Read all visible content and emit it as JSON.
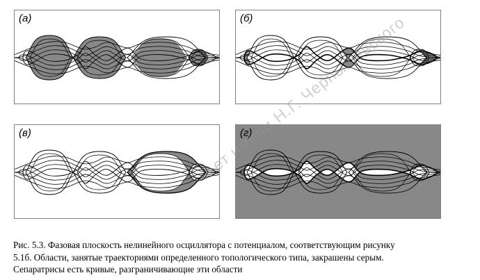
{
  "panels": [
    {
      "label": "(а)",
      "variant": "a"
    },
    {
      "label": "(б)",
      "variant": "b"
    },
    {
      "label": "(в)",
      "variant": "c"
    },
    {
      "label": "(г)",
      "variant": "d"
    }
  ],
  "caption": {
    "line1": "Рис. 5.3. Фазовая плоскость нелинейного осциллятора с потенциалом, соответствующим рисунку",
    "line2": "5.1б. Области, занятые траекториями определенного топологического типа, закрашены серым.",
    "line3": "Сепаратрисы есть кривые, разграничивающие эти области"
  },
  "watermark": "ет имени Н.Г. Чернышевского",
  "colors": {
    "fill": "#888888",
    "line": "#000000",
    "border": "#808080"
  }
}
